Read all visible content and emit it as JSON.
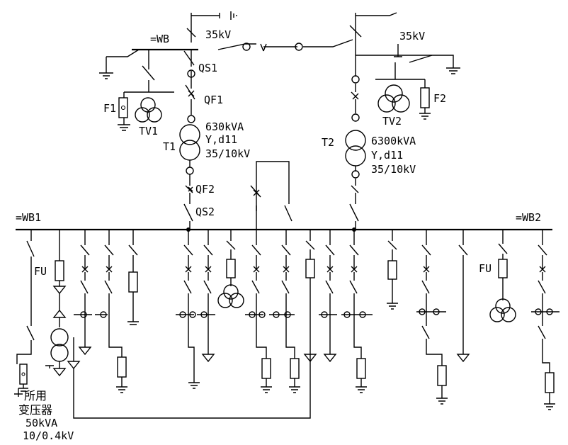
{
  "incoming": {
    "bus_label": "=WB",
    "voltage_left": "35kV",
    "voltage_right": "35kV"
  },
  "left_side": {
    "isolator": "QS1",
    "breaker": "QF1",
    "arrester": "F1",
    "pt": "TV1"
  },
  "right_side": {
    "arrester": "F2",
    "pt": "TV2"
  },
  "transformer1": {
    "name": "T1",
    "rating": "630kVA",
    "connection": "Y,d11",
    "ratio": "35/10kV"
  },
  "transformer2": {
    "name": "T2",
    "rating": "6300kVA",
    "connection": "Y,d11",
    "ratio": "35/10kV"
  },
  "lv_side": {
    "breaker": "QF2",
    "isolator": "QS2"
  },
  "buses": {
    "left": "=WB1",
    "right": "=WB2"
  },
  "fuse_label_left": "FU",
  "fuse_label_right": "FU",
  "station_transformer": {
    "line1": "所用",
    "line2": "变压器",
    "rating": "50kVA",
    "ratio": "10/0.4kV"
  }
}
